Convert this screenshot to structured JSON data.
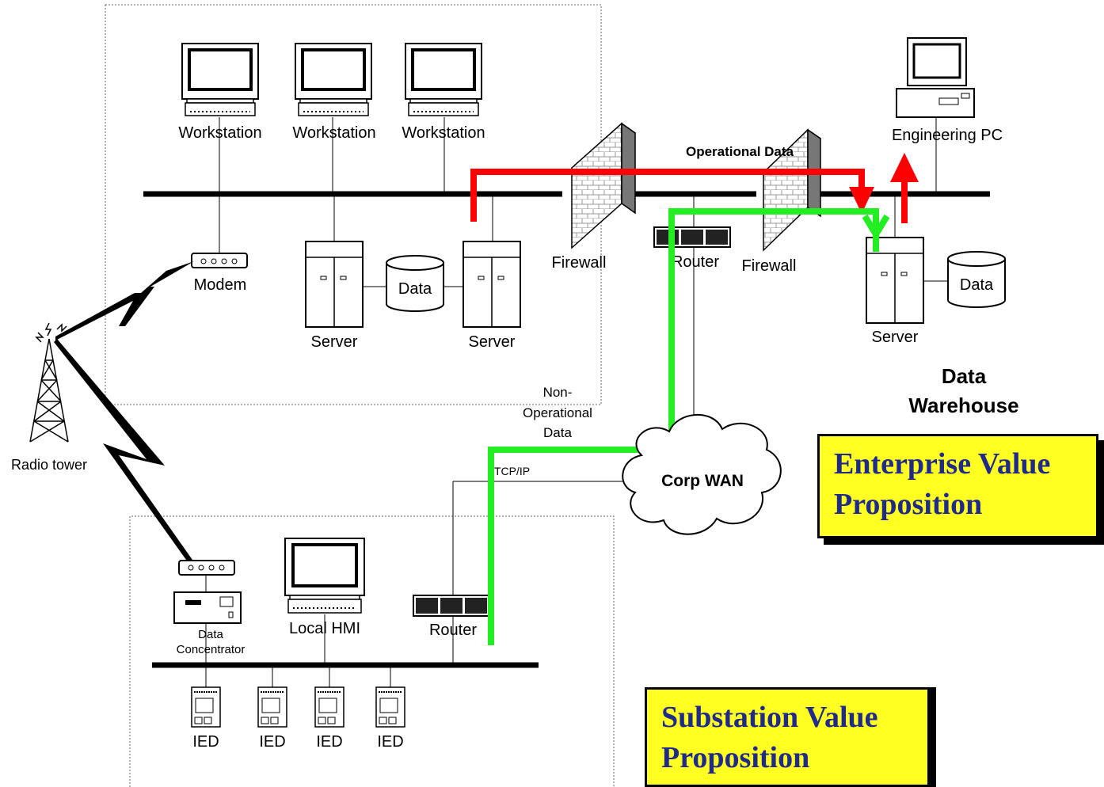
{
  "labels": {
    "workstation_1": "Workstation",
    "workstation_2": "Workstation",
    "workstation_3": "Workstation",
    "engineering_pc": "Engineering PC",
    "operational_data": "Operational Data",
    "modem_top": "Modem",
    "server_1": "Server",
    "server_2": "Server",
    "server_3": "Server",
    "data_1": "Data",
    "data_2": "Data",
    "firewall_1": "Firewall",
    "firewall_2": "Firewall",
    "router_top": "Router",
    "data_warehouse_line1": "Data",
    "data_warehouse_line2": "Warehouse",
    "non_operational_line1": "Non-",
    "non_operational_line2": "Operational",
    "non_operational_line3": "Data",
    "radio_tower": "Radio tower",
    "tcp_ip": "TCP/IP",
    "corp_wan": "Corp WAN",
    "data_concentrator_line1": "Data",
    "data_concentrator_line2": "Concentrator",
    "local_hmi": "Local HMI",
    "router_bottom": "Router",
    "ied_1": "IED",
    "ied_2": "IED",
    "ied_3": "IED",
    "ied_4": "IED"
  },
  "enterprise_box": {
    "line1": "Enterprise Value",
    "line2": "Proposition"
  },
  "substation_box": {
    "line1": "Substation Value",
    "line2": "Proposition"
  },
  "colors": {
    "operational_path": "#ff0000",
    "non_operational_path": "#00ee00",
    "callout_fill": "#ffff22",
    "callout_text": "#1f2a8a"
  }
}
